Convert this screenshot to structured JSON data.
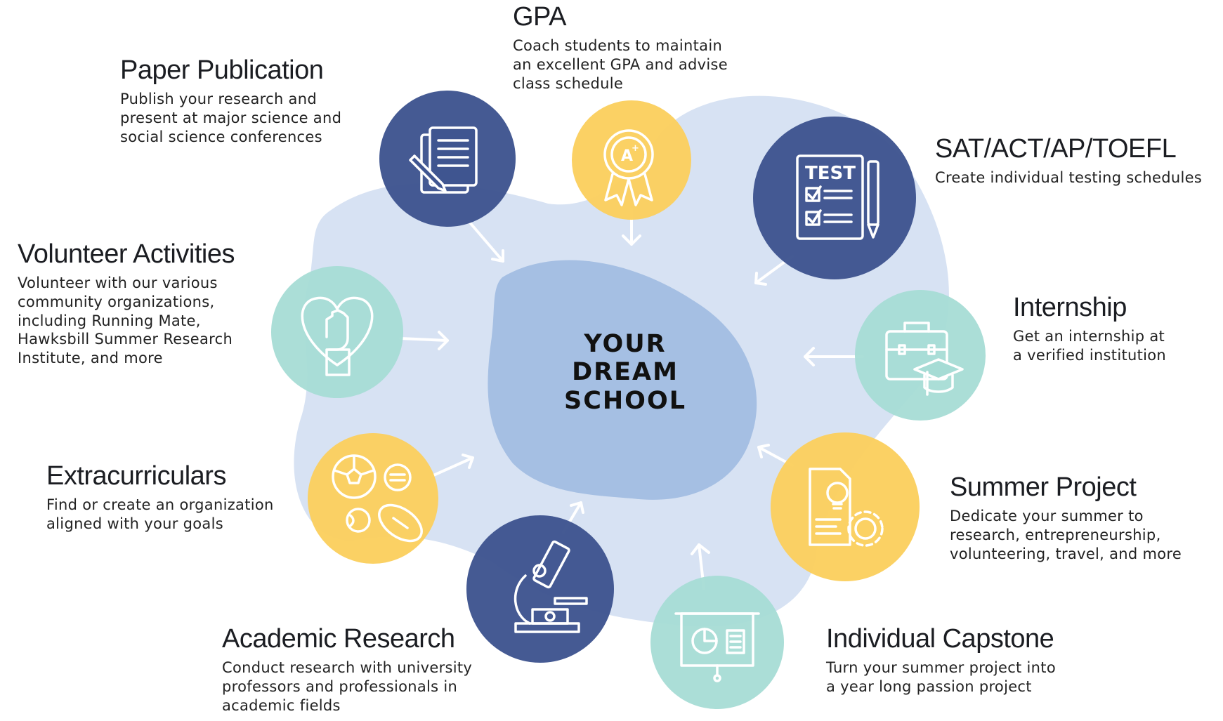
{
  "center": {
    "line1": "YOUR",
    "line2": "DREAM",
    "line3": "SCHOOL"
  },
  "colors": {
    "navy": "#3f5590",
    "yellow": "#fbcf5e",
    "teal": "#a6dcd5",
    "blob_light": "#d7e2f3",
    "blob_center": "#a5bfe3"
  },
  "nodes": [
    {
      "id": "gpa",
      "icon": "award-ribbon-icon",
      "color": "yellow",
      "title": "GPA",
      "lines": [
        "Coach students to maintain",
        "an excellent GPA and advise",
        "class schedule"
      ]
    },
    {
      "id": "paper",
      "icon": "document-pencil-icon",
      "color": "navy",
      "title": "Paper Publication",
      "lines": [
        "Publish your research and",
        "present at major science and",
        "social science conferences"
      ]
    },
    {
      "id": "test",
      "icon": "test-paper-icon",
      "color": "navy",
      "title": "SAT/ACT/AP/TOEFL",
      "lines": [
        "Create individual testing schedules"
      ]
    },
    {
      "id": "volunteer",
      "icon": "heart-hand-icon",
      "color": "teal",
      "title": "Volunteer Activities",
      "lines": [
        "Volunteer with our various",
        "community organizations,",
        "including Running Mate,",
        "Hawksbill Summer Research",
        "Institute, and more"
      ]
    },
    {
      "id": "internship",
      "icon": "briefcase-graduation-cap-icon",
      "color": "teal",
      "title": "Internship",
      "lines": [
        "Get an internship at",
        "a verified institution"
      ]
    },
    {
      "id": "extra",
      "icon": "sports-balls-icon",
      "color": "yellow",
      "title": "Extracurriculars",
      "lines": [
        "Find or create an organization",
        "aligned with your goals"
      ]
    },
    {
      "id": "summer",
      "icon": "lightbulb-gear-document-icon",
      "color": "yellow",
      "title": "Summer Project",
      "lines": [
        "Dedicate your summer to",
        "research, entrepreneurship,",
        "volunteering, travel, and more"
      ]
    },
    {
      "id": "research",
      "icon": "microscope-icon",
      "color": "navy",
      "title": "Academic Research",
      "lines": [
        "Conduct research with university",
        "professors and professionals in",
        "academic fields"
      ]
    },
    {
      "id": "capstone",
      "icon": "presentation-board-icon",
      "color": "teal",
      "title": "Individual Capstone",
      "lines": [
        "Turn your summer project into",
        "a year long passion project"
      ]
    }
  ]
}
